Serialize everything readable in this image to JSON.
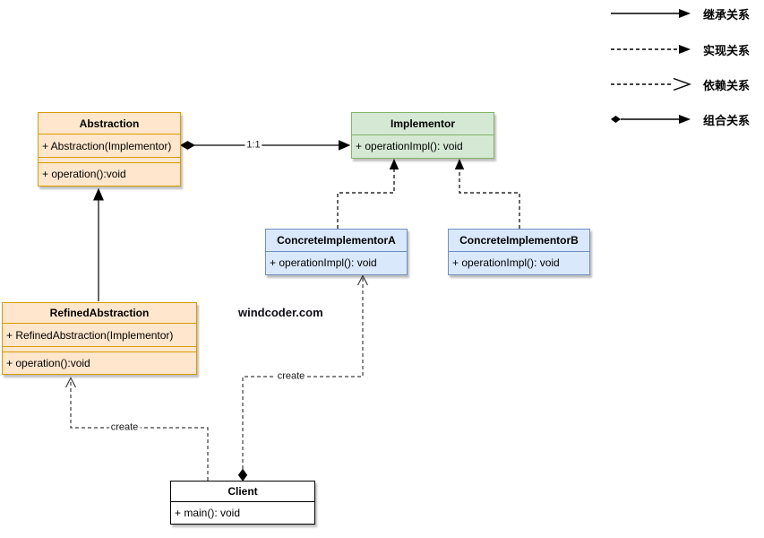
{
  "watermark": "windcoder.com",
  "legend": {
    "items": [
      {
        "name": "inheritance",
        "label": "继承关系",
        "line": "solid",
        "arrow": "filled"
      },
      {
        "name": "realization",
        "label": "实现关系",
        "line": "dashed",
        "arrow": "filled"
      },
      {
        "name": "dependency",
        "label": "依赖关系",
        "line": "dashed",
        "arrow": "open"
      },
      {
        "name": "composition",
        "label": "组合关系",
        "line": "solid",
        "arrow": "filled",
        "diamond": true
      }
    ]
  },
  "classes": {
    "abstraction": {
      "title": "Abstraction",
      "attribute": "+ Abstraction(Implementor)",
      "method": "+ operation():void"
    },
    "implementor": {
      "title": "Implementor",
      "method": "+ operationImpl(): void"
    },
    "concreteA": {
      "title": "ConcreteImplementorA",
      "method": "+ operationImpl(): void"
    },
    "concreteB": {
      "title": "ConcreteImplementorB",
      "method": "+ operationImpl(): void"
    },
    "refined": {
      "title": "RefinedAbstraction",
      "attribute": "+ RefinedAbstraction(Implementor)",
      "method": "+ operation():void"
    },
    "client": {
      "title": "Client",
      "method": "+ main(): void"
    }
  },
  "edges": {
    "composition": {
      "label": "1:1",
      "from": "Abstraction",
      "to": "Implementor"
    },
    "inheritance": {
      "from": "RefinedAbstraction",
      "to": "Abstraction"
    },
    "realizationA": {
      "from": "ConcreteImplementorA",
      "to": "Implementor"
    },
    "realizationB": {
      "from": "ConcreteImplementorB",
      "to": "Implementor"
    },
    "createRefined": {
      "label": "create",
      "from": "Client",
      "to": "RefinedAbstraction"
    },
    "createConcreteA": {
      "label": "create",
      "from": "Client",
      "to": "ConcreteImplementorA"
    }
  },
  "colors": {
    "orange_fill": "#FFE6CC",
    "orange_stroke": "#D79B00",
    "green_fill": "#D5E8D4",
    "green_stroke": "#82B366",
    "blue_fill": "#DAE8FC",
    "blue_stroke": "#6C8EBF",
    "client_fill": "#FFFFFF",
    "edge": "#000000",
    "background": "#FFFFFF"
  }
}
